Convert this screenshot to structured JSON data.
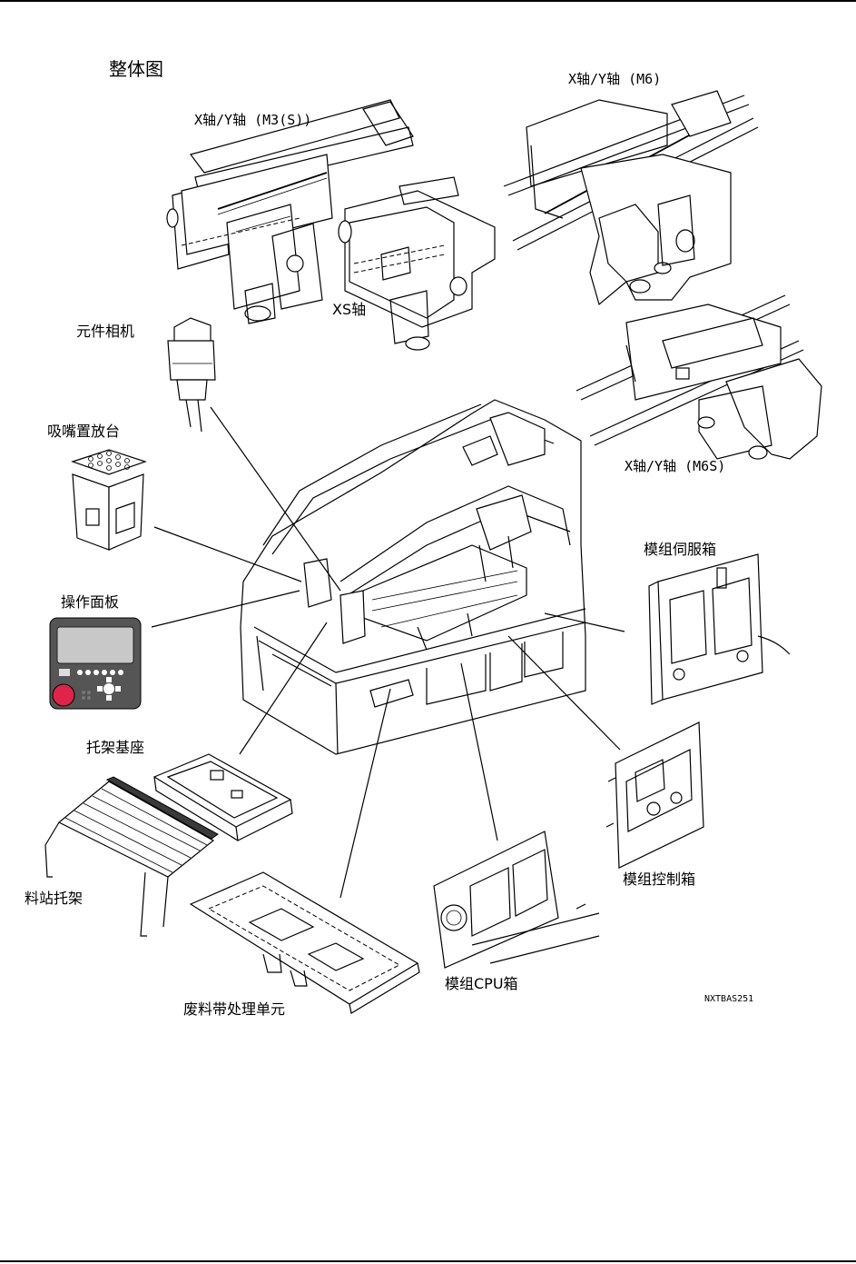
{
  "diagram": {
    "title": "整体图",
    "labels": {
      "xy_m3s": "X轴/Y轴 (M3(S))",
      "xy_m6": "X轴/Y轴 (M6)",
      "xs": "XS轴",
      "xy_m6s": "X轴/Y轴 (M6S)",
      "part_camera": "元件相机",
      "nozzle_station": "吸嘴置放台",
      "operation_panel": "操作面板",
      "pallet_base": "托架基座",
      "feeder_pallet": "料站托架",
      "waste_tape_unit": "废料带处理单元",
      "servo_box": "模组伺服箱",
      "control_box": "模组控制箱",
      "cpu_box": "模组CPU箱"
    },
    "figure_code": "NXTBAS251",
    "icons": {
      "machine": "machine-body-drawing",
      "camera": "camera-drawing",
      "panel": "operation-panel-drawing",
      "panel_accent": "#e0234b",
      "panel_screen": "#c8c8c8",
      "panel_body": "#555555"
    }
  }
}
